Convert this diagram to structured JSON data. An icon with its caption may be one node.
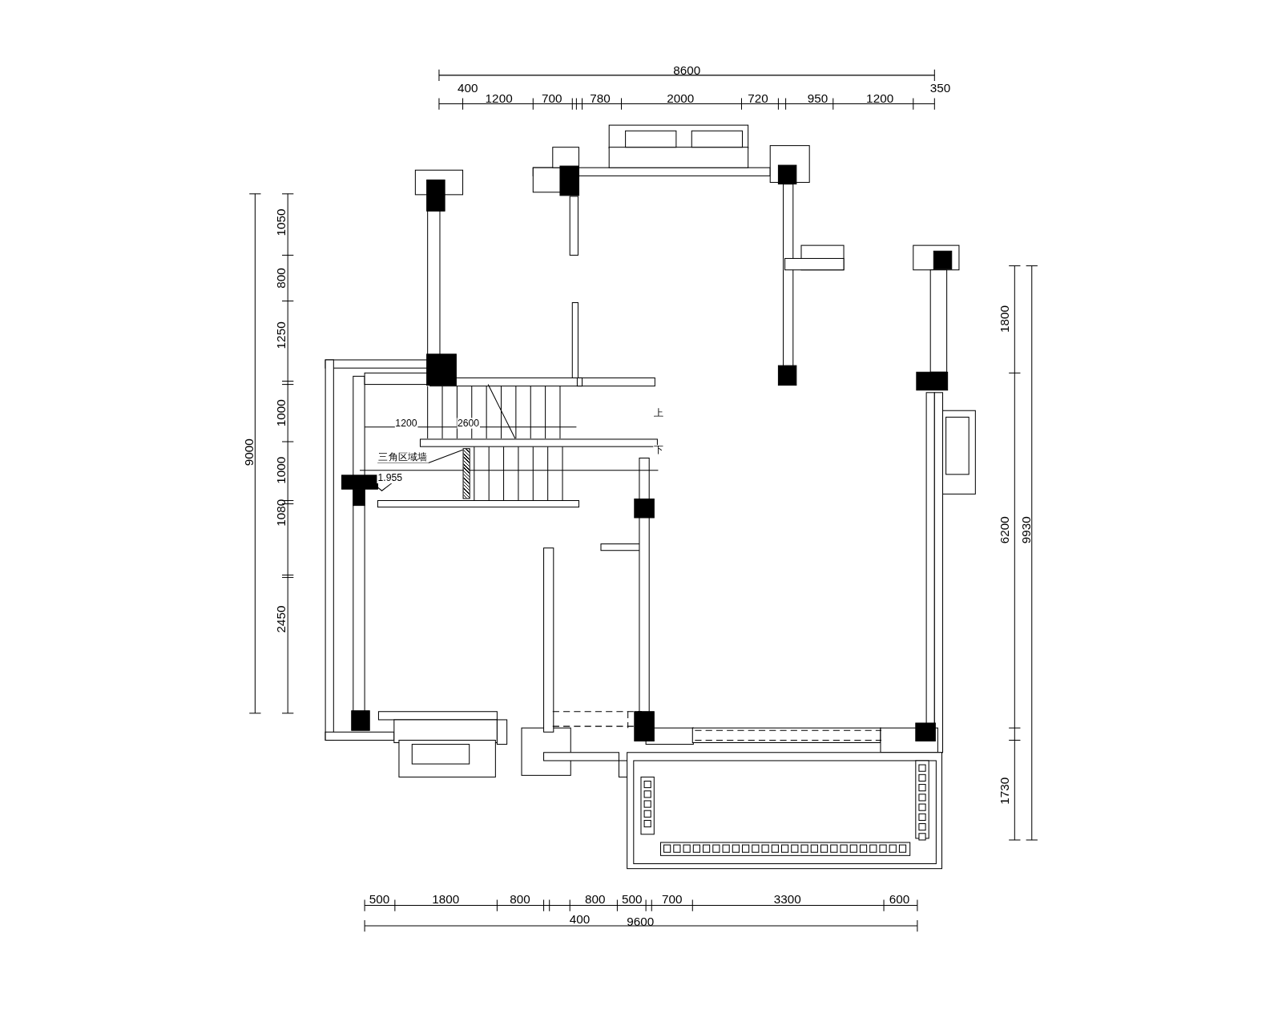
{
  "diagram": {
    "nodes": [
      {
        "text": [
          "三角区域墙"
        ]
      },
      {
        "text": [],
        "shape": "box"
      }
    ],
    "edges": [
      {
        "from": 0,
        "to": 1,
        "arrow": "none"
      }
    ],
    "labels": [
      "8600",
      "400",
      "1200",
      "700",
      "780",
      "2000",
      "720",
      "950",
      "1200",
      "350",
      "1050",
      "800",
      "1250",
      "1000",
      "1000",
      "1080",
      "2450",
      "9000",
      "上",
      "1200",
      "2600",
      "下",
      "1.955",
      "1800",
      "6200",
      "9930",
      "1730",
      "500",
      "1800",
      "800",
      "800",
      "500",
      "700",
      "3300",
      "600",
      "400",
      "9600"
    ]
  }
}
